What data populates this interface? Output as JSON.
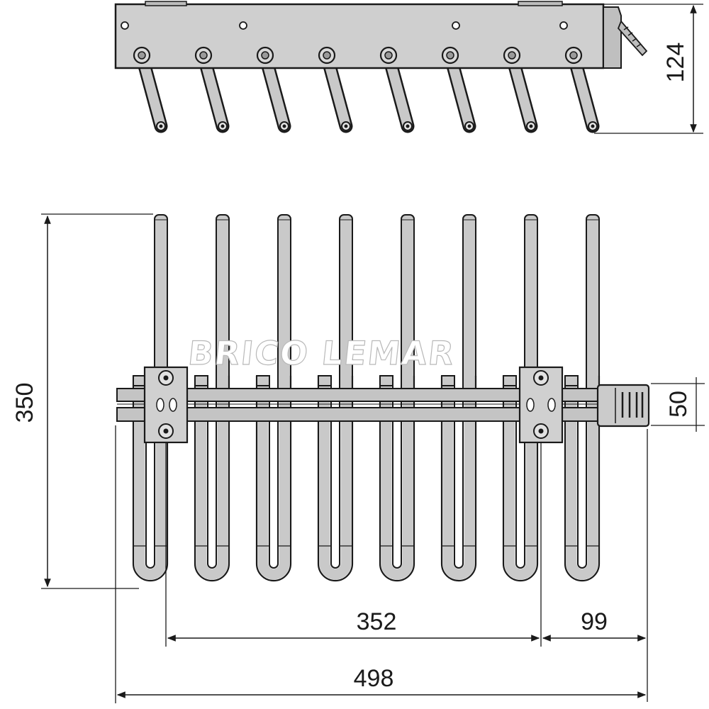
{
  "dimensions": {
    "height_side": "124",
    "depth": "350",
    "rail_height": "50",
    "hanger_span": "352",
    "extension": "99",
    "total_width": "498"
  },
  "watermark": "BRICO LEMAR",
  "colors": {
    "metal": "#c9c9c9",
    "metal_dark": "#a9a9a9",
    "outline": "#1a1a1a",
    "rail": "#bdbdbd"
  },
  "parts": {
    "hanger_count": 8
  }
}
